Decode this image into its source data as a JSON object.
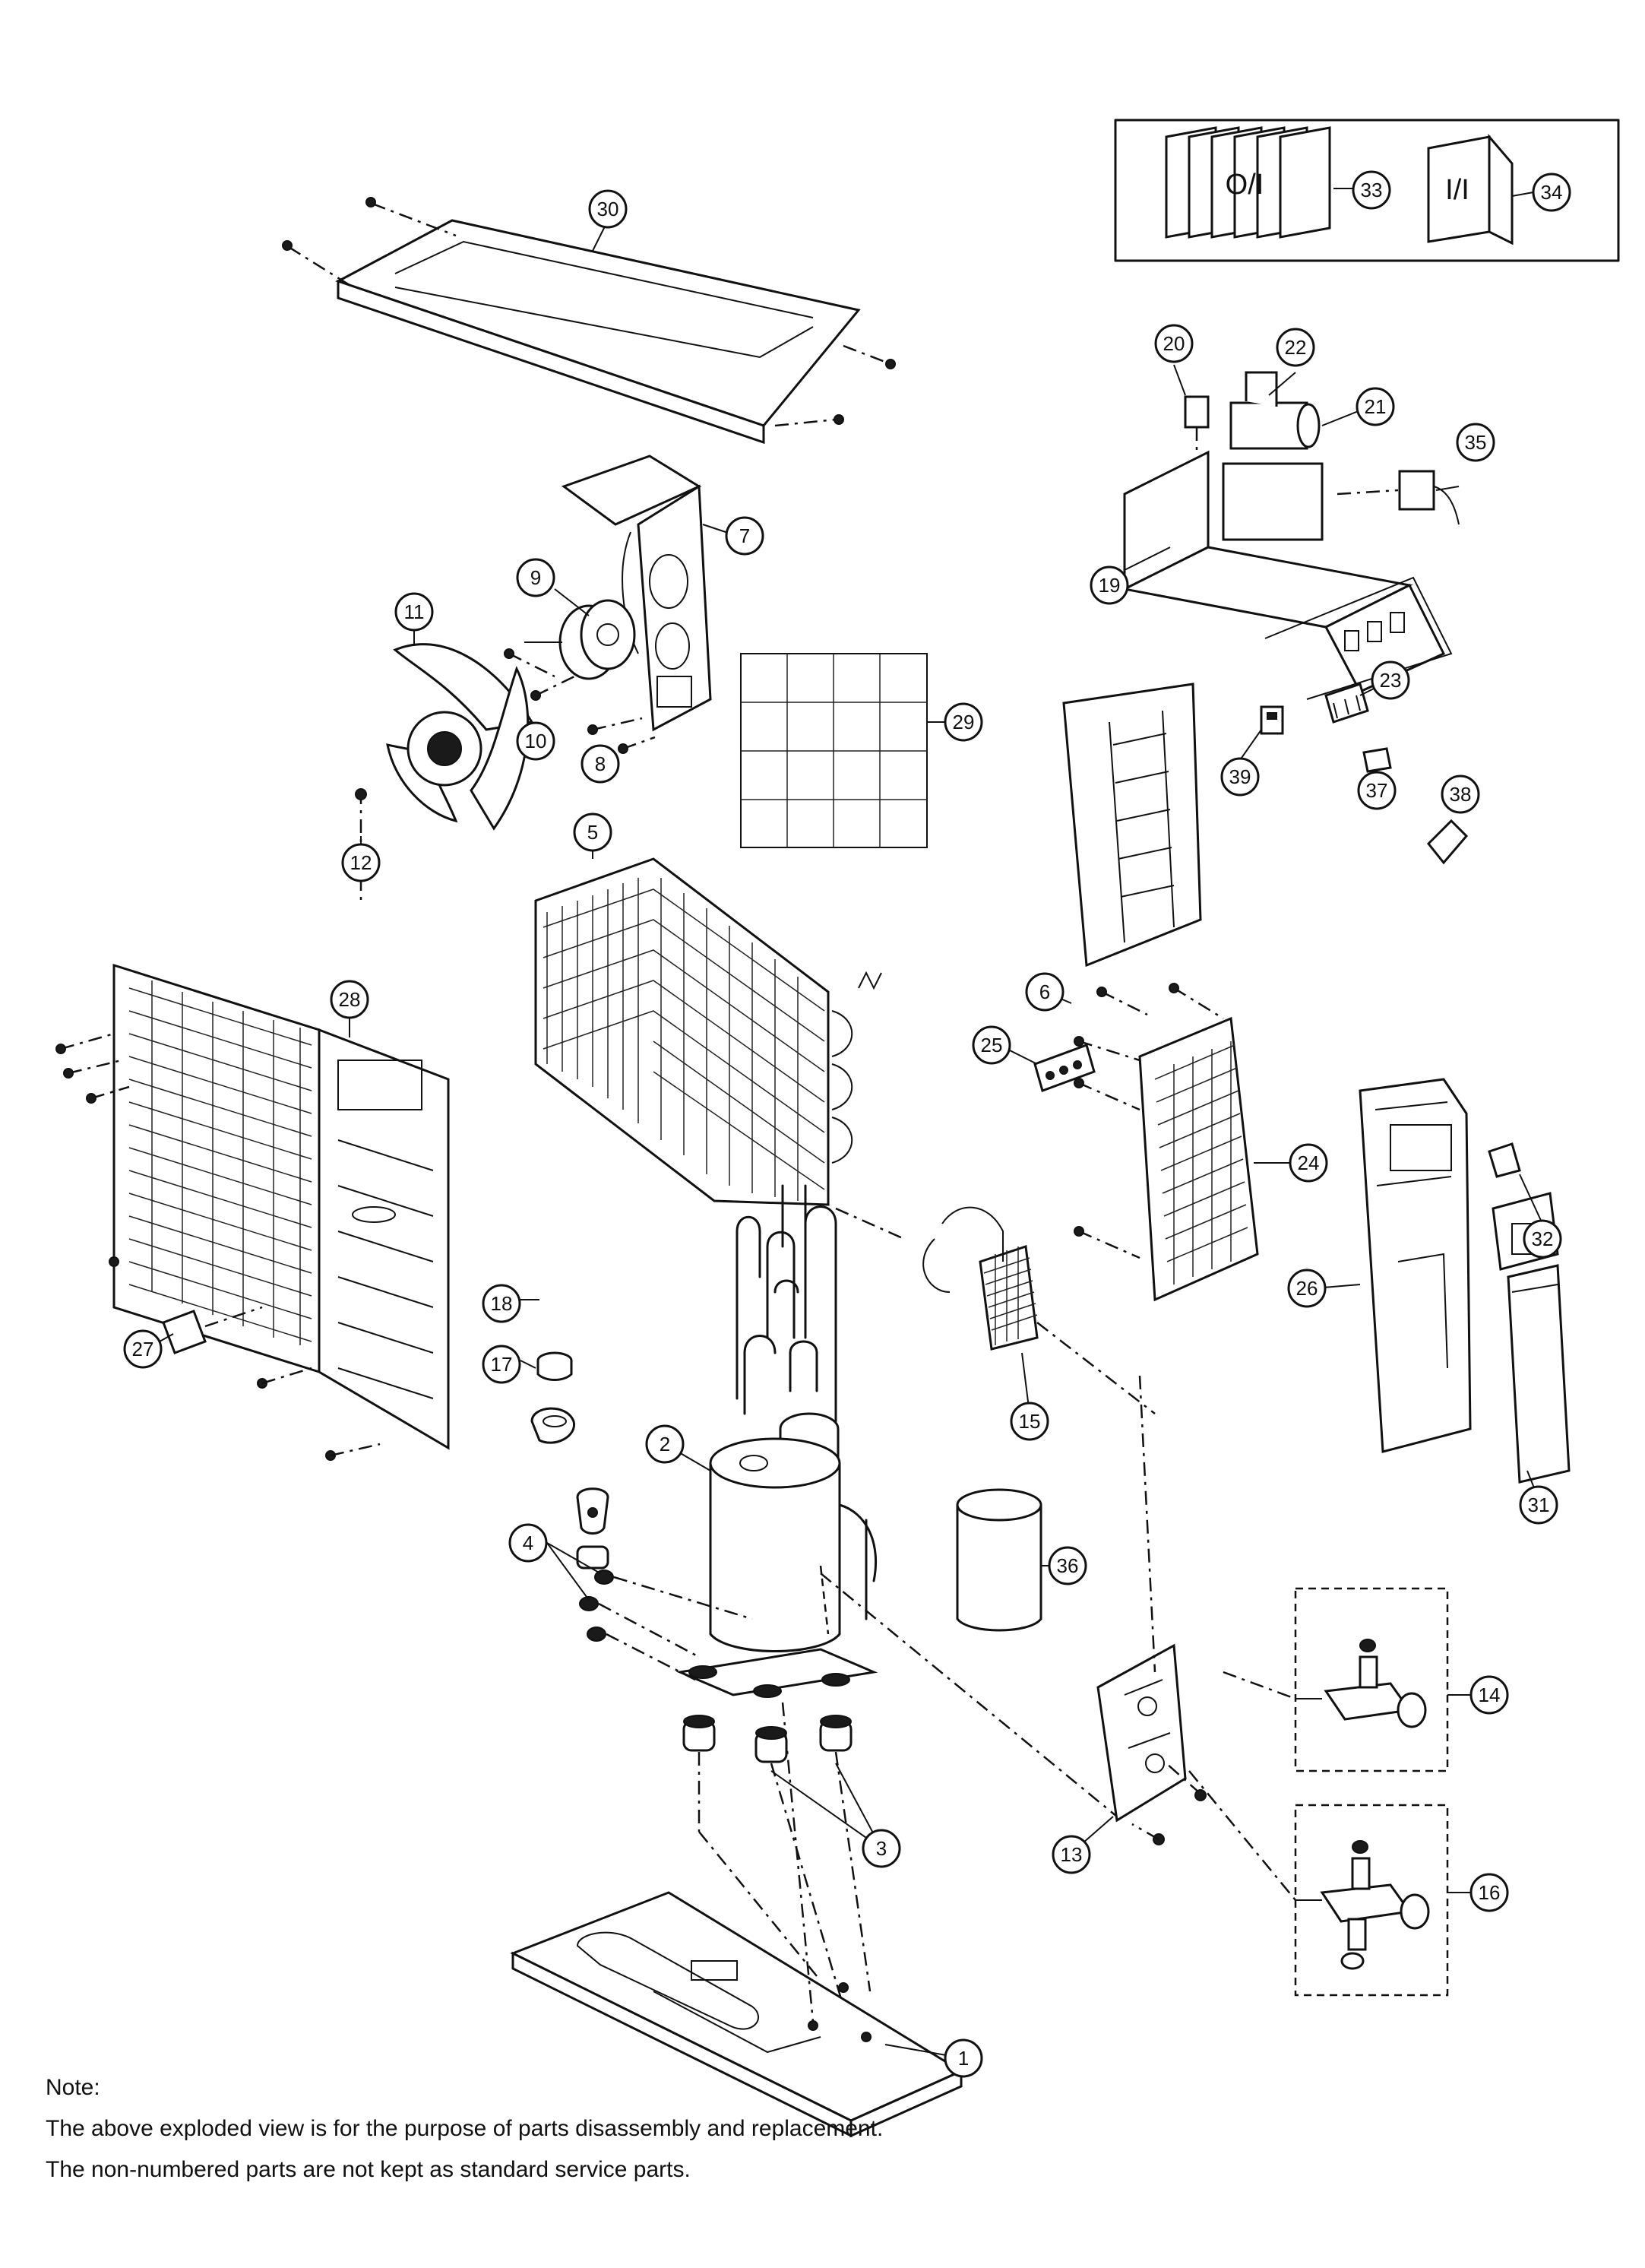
{
  "callouts": [
    "1",
    "2",
    "3",
    "4",
    "5",
    "6",
    "7",
    "8",
    "9",
    "10",
    "11",
    "12",
    "13",
    "14",
    "15",
    "16",
    "17",
    "18",
    "19",
    "20",
    "21",
    "22",
    "23",
    "24",
    "25",
    "26",
    "27",
    "28",
    "29",
    "30",
    "31",
    "32",
    "33",
    "34",
    "35",
    "36",
    "37",
    "38",
    "39"
  ],
  "manuals": {
    "operating_instructions": "O/I",
    "installation_instructions": "I/I"
  },
  "notes": {
    "heading": "Note:",
    "line1": "The above exploded view is for the purpose of parts disassembly and replacement.",
    "line2": "The non-numbered parts are not kept as standard service parts."
  }
}
